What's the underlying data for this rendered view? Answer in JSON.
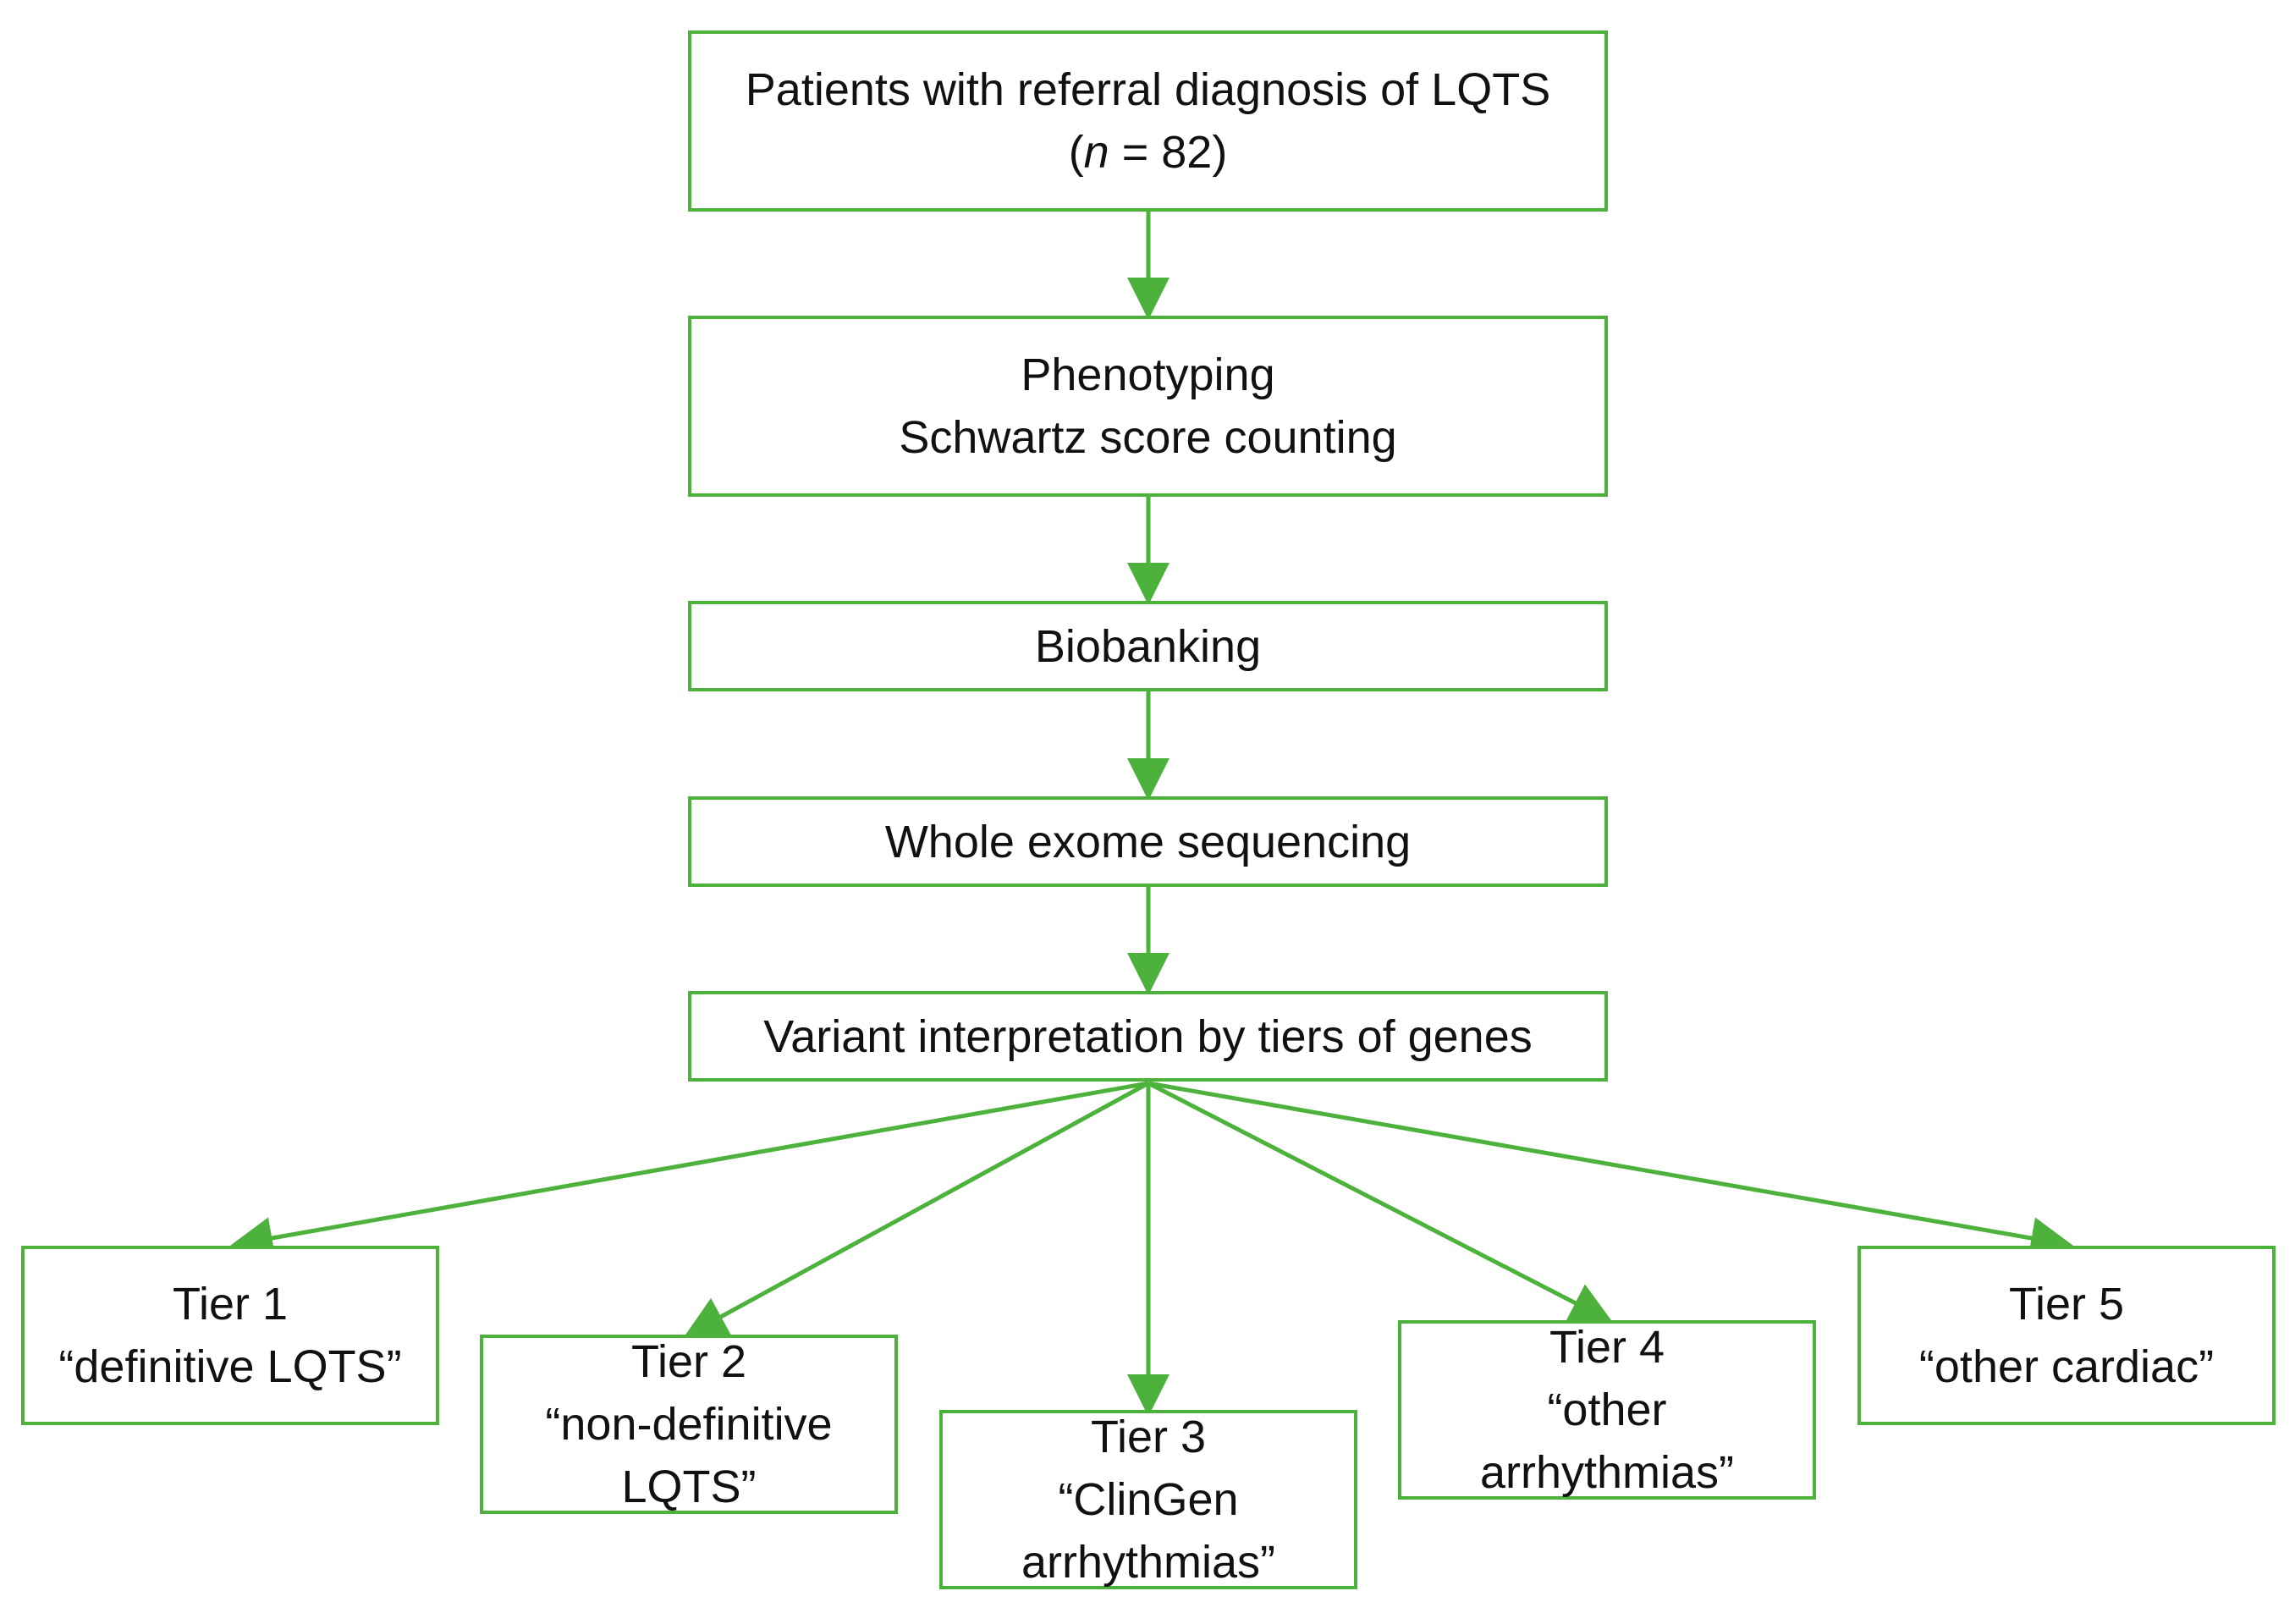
{
  "flow": {
    "referral": {
      "line1": "Patients with referral diagnosis of LQTS",
      "n_prefix": "(",
      "n_symbol": "n",
      "n_rest": " = 82)"
    },
    "phenotyping": {
      "line1": "Phenotyping",
      "line2": "Schwartz score counting"
    },
    "biobanking": {
      "line1": "Biobanking"
    },
    "sequencing": {
      "line1": "Whole exome sequencing"
    },
    "interpretation": {
      "line1": "Variant interpretation by tiers of genes"
    }
  },
  "tiers": [
    {
      "title": "Tier 1",
      "lines": [
        "“definitive LQTS”"
      ]
    },
    {
      "title": "Tier 2",
      "lines": [
        "“non-definitive",
        "LQTS”"
      ]
    },
    {
      "title": "Tier 3",
      "lines": [
        "“ClinGen",
        "arrhythmias”"
      ]
    },
    {
      "title": "Tier 4",
      "lines": [
        "“other",
        "arrhythmias”"
      ]
    },
    {
      "title": "Tier 5",
      "lines": [
        "“other cardiac”"
      ]
    }
  ],
  "colors": {
    "box_border": "#4db23c",
    "arrow": "#4db23c",
    "text": "#111111",
    "background": "#ffffff"
  }
}
